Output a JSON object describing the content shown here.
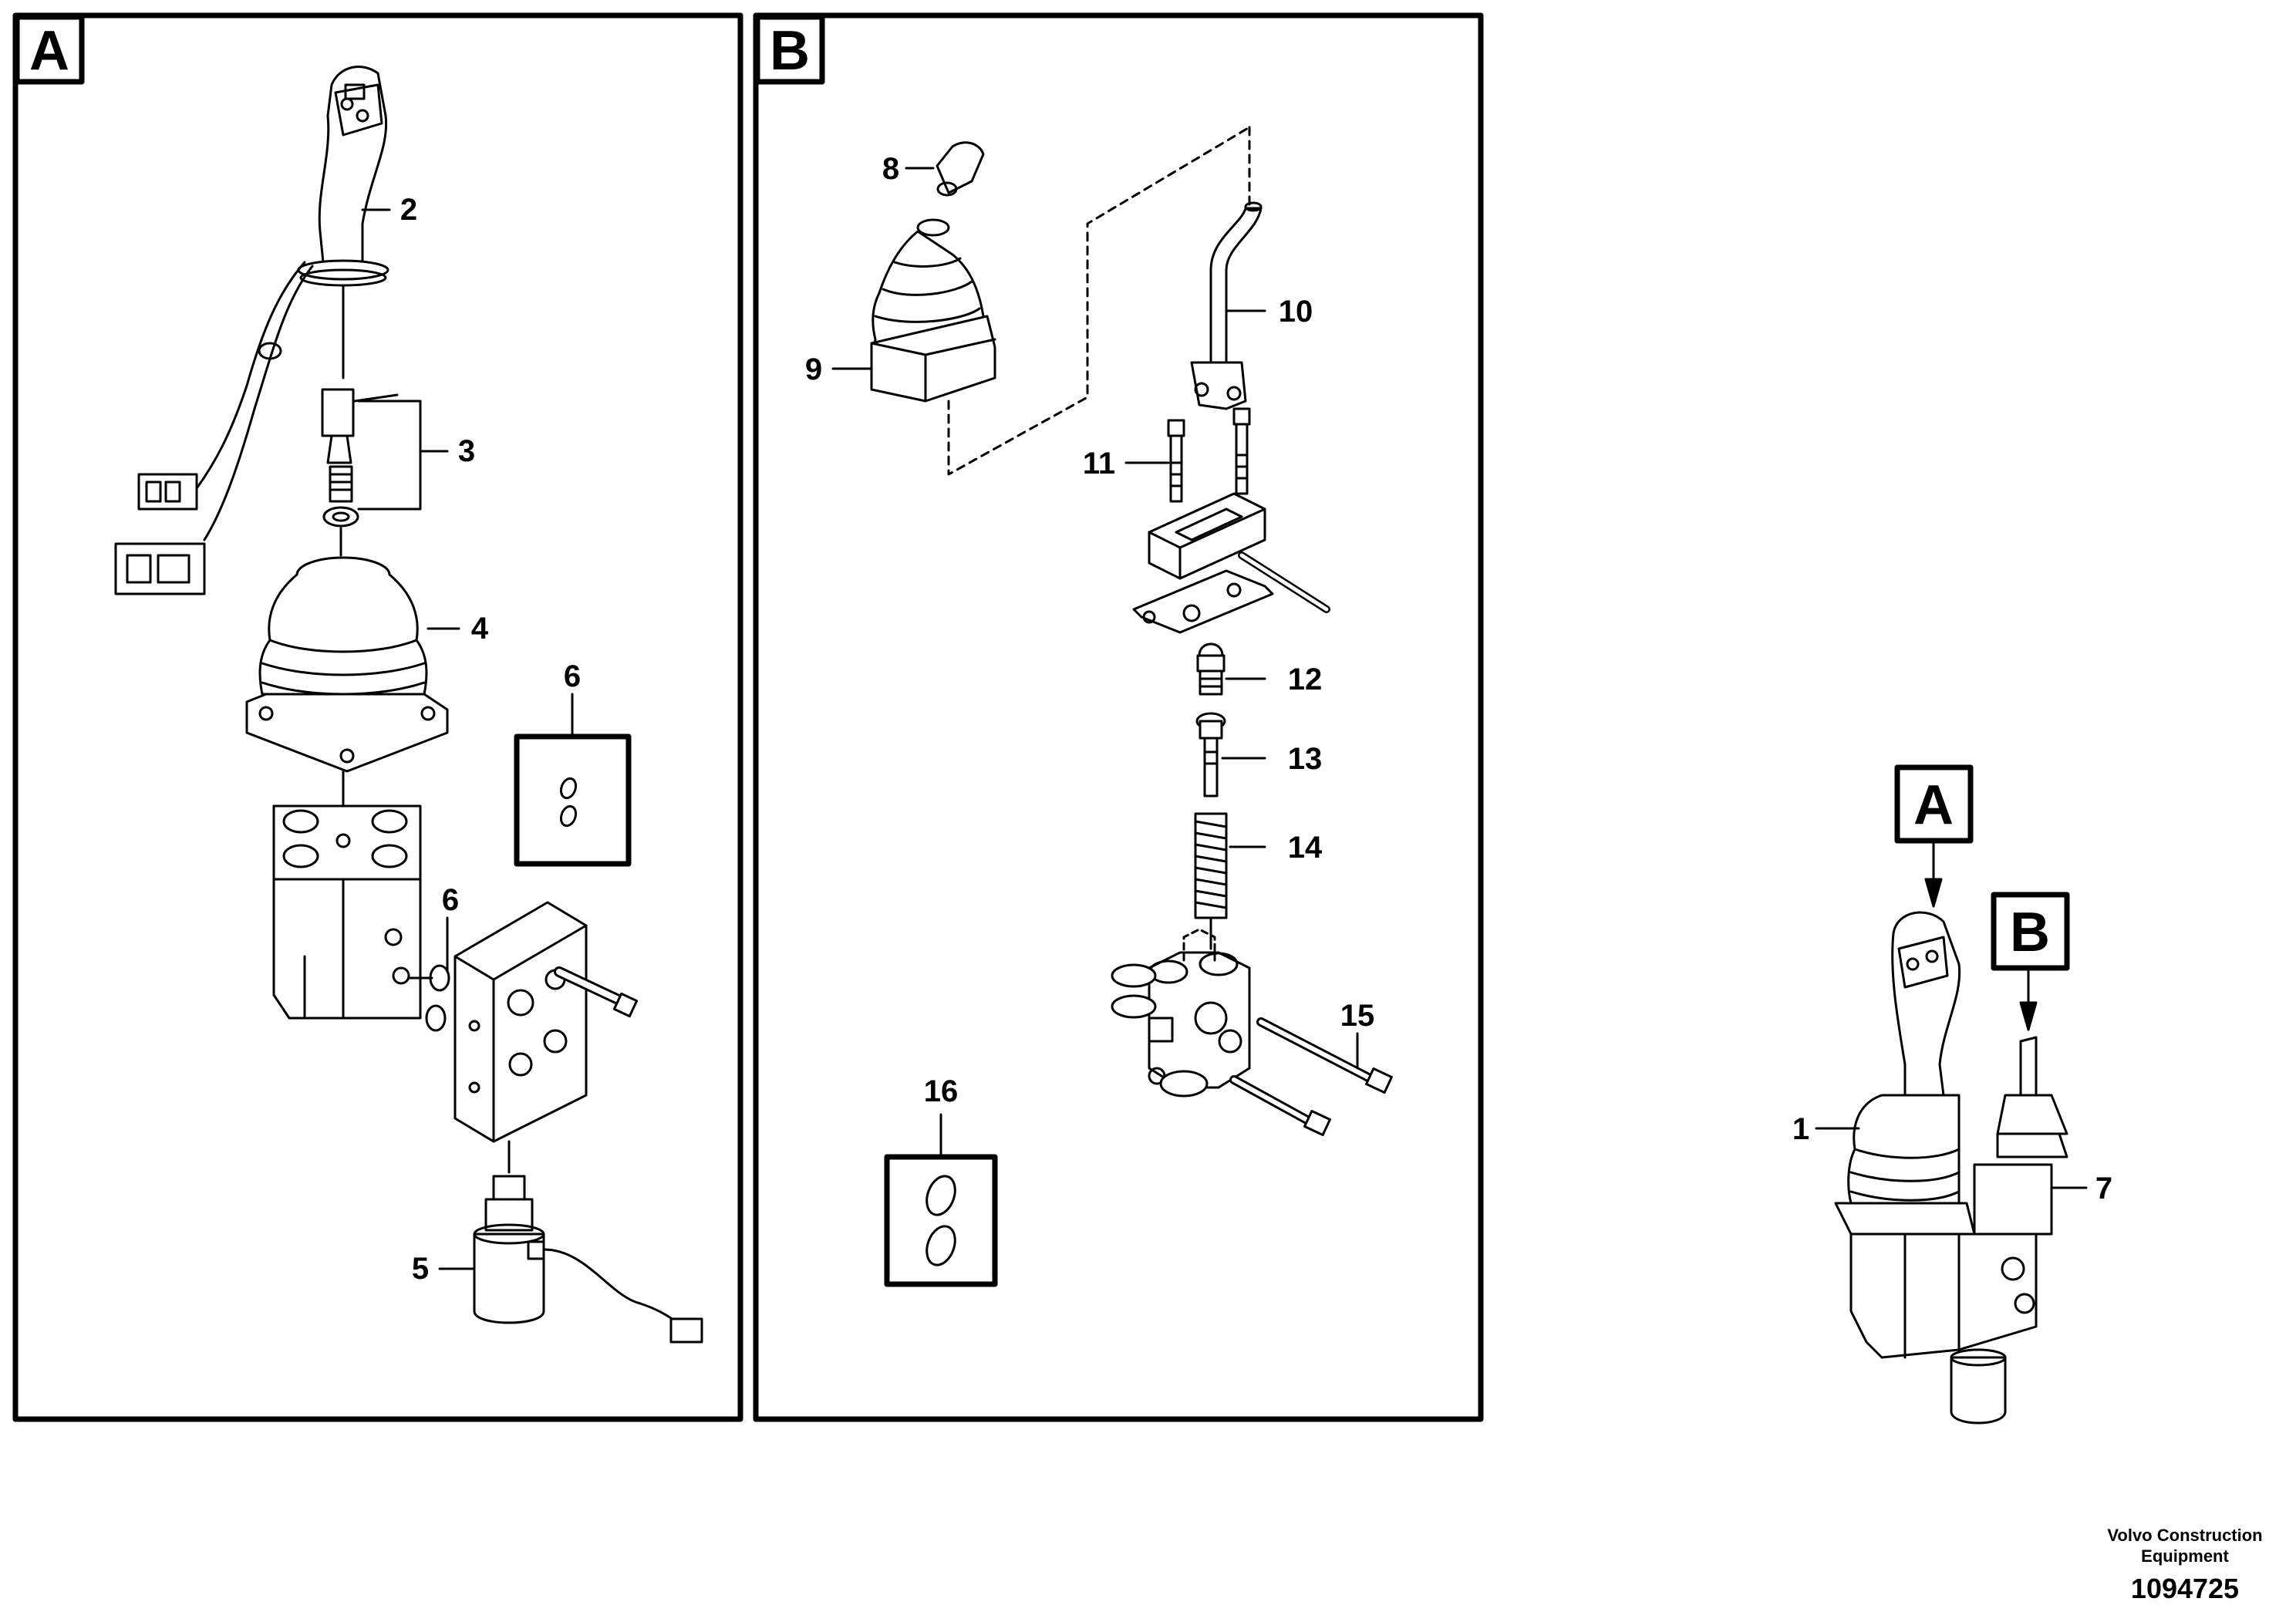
{
  "panels": {
    "a": {
      "label": "A"
    },
    "b": {
      "label": "B"
    }
  },
  "callouts": {
    "c1": "1",
    "c2": "2",
    "c3": "3",
    "c4": "4",
    "c5": "5",
    "c6a": "6",
    "c6b": "6",
    "c7": "7",
    "c8": "8",
    "c9": "9",
    "c10": "10",
    "c11": "11",
    "c12": "12",
    "c13": "13",
    "c14": "14",
    "c15": "15",
    "c16": "16"
  },
  "overview": {
    "label_a": "A",
    "label_b": "B"
  },
  "footer": {
    "company_line1": "Volvo Construction",
    "company_line2": "Equipment",
    "drawing_number": "1094725"
  }
}
